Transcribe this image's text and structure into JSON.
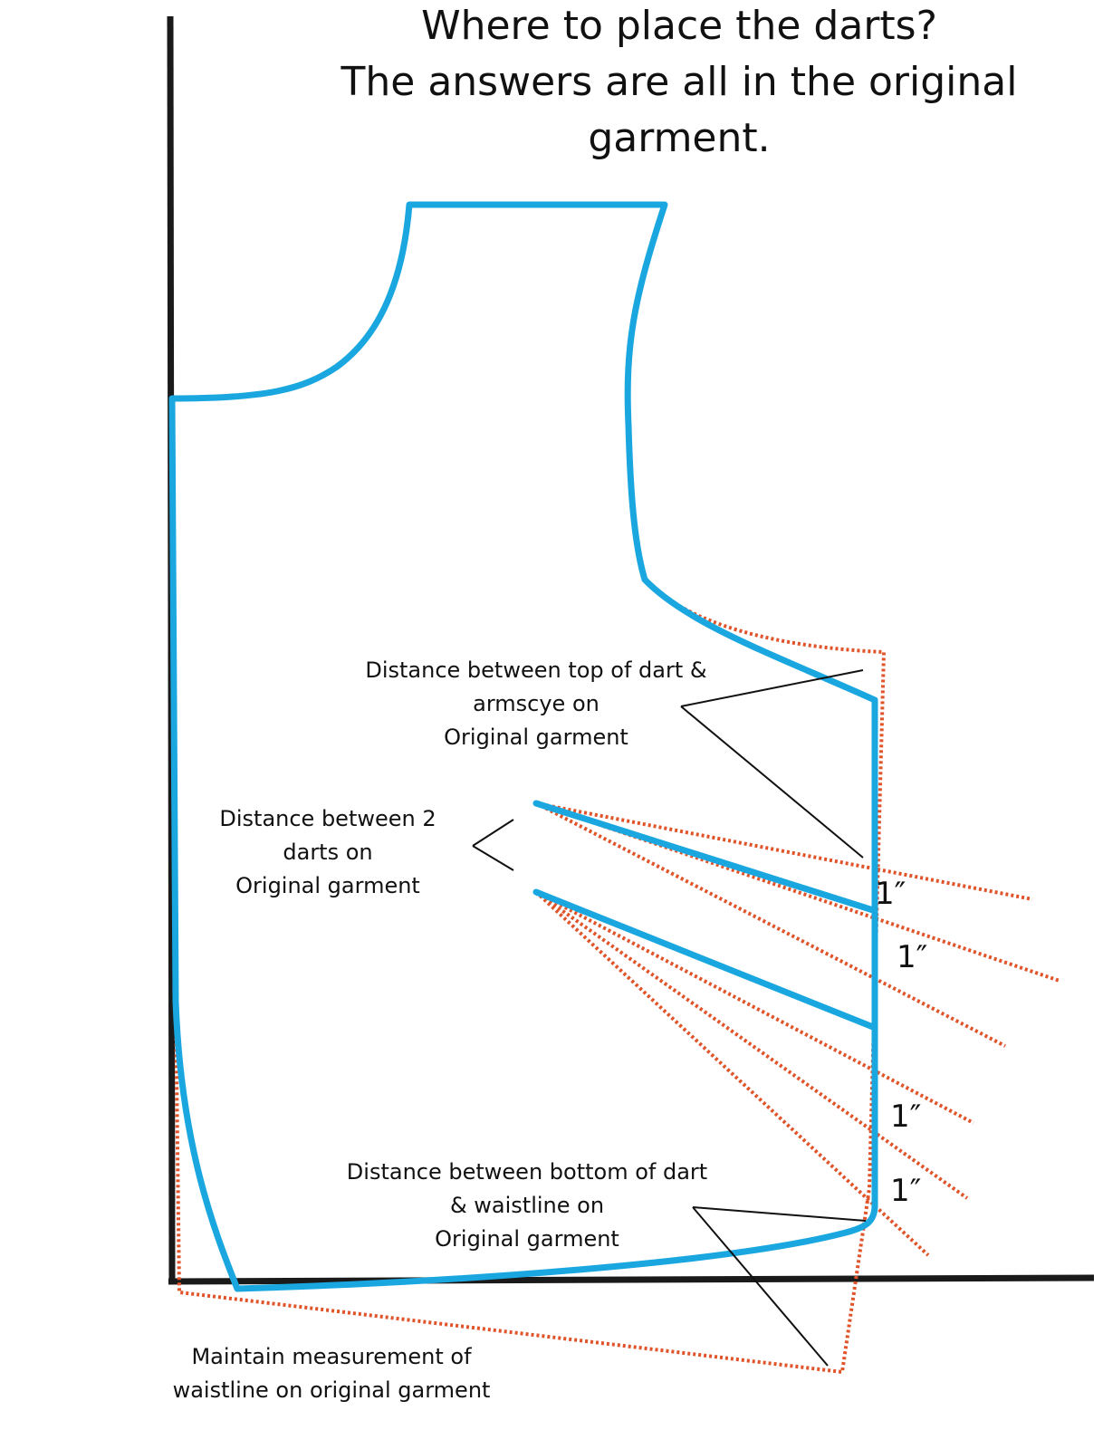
{
  "title_lines": [
    "Where to place the darts?",
    "The answers are all in the original",
    "garment."
  ],
  "labels": {
    "top_dart": [
      "Distance between top of dart &",
      "armscye on",
      "Original garment"
    ],
    "between_darts": [
      "Distance between 2",
      "darts on",
      "Original garment"
    ],
    "bottom_dart": [
      "Distance between bottom of dart",
      "& waistline on",
      "Original garment"
    ],
    "waistline": [
      "Maintain measurement  of",
      "waistline on original garment"
    ]
  },
  "measurements": [
    "1″",
    "1″",
    "1″",
    "1″"
  ],
  "colors": {
    "pattern": "#1aa7e0",
    "original": "#e0542a",
    "axis": "#1a1a1a",
    "leader": "#111111"
  }
}
